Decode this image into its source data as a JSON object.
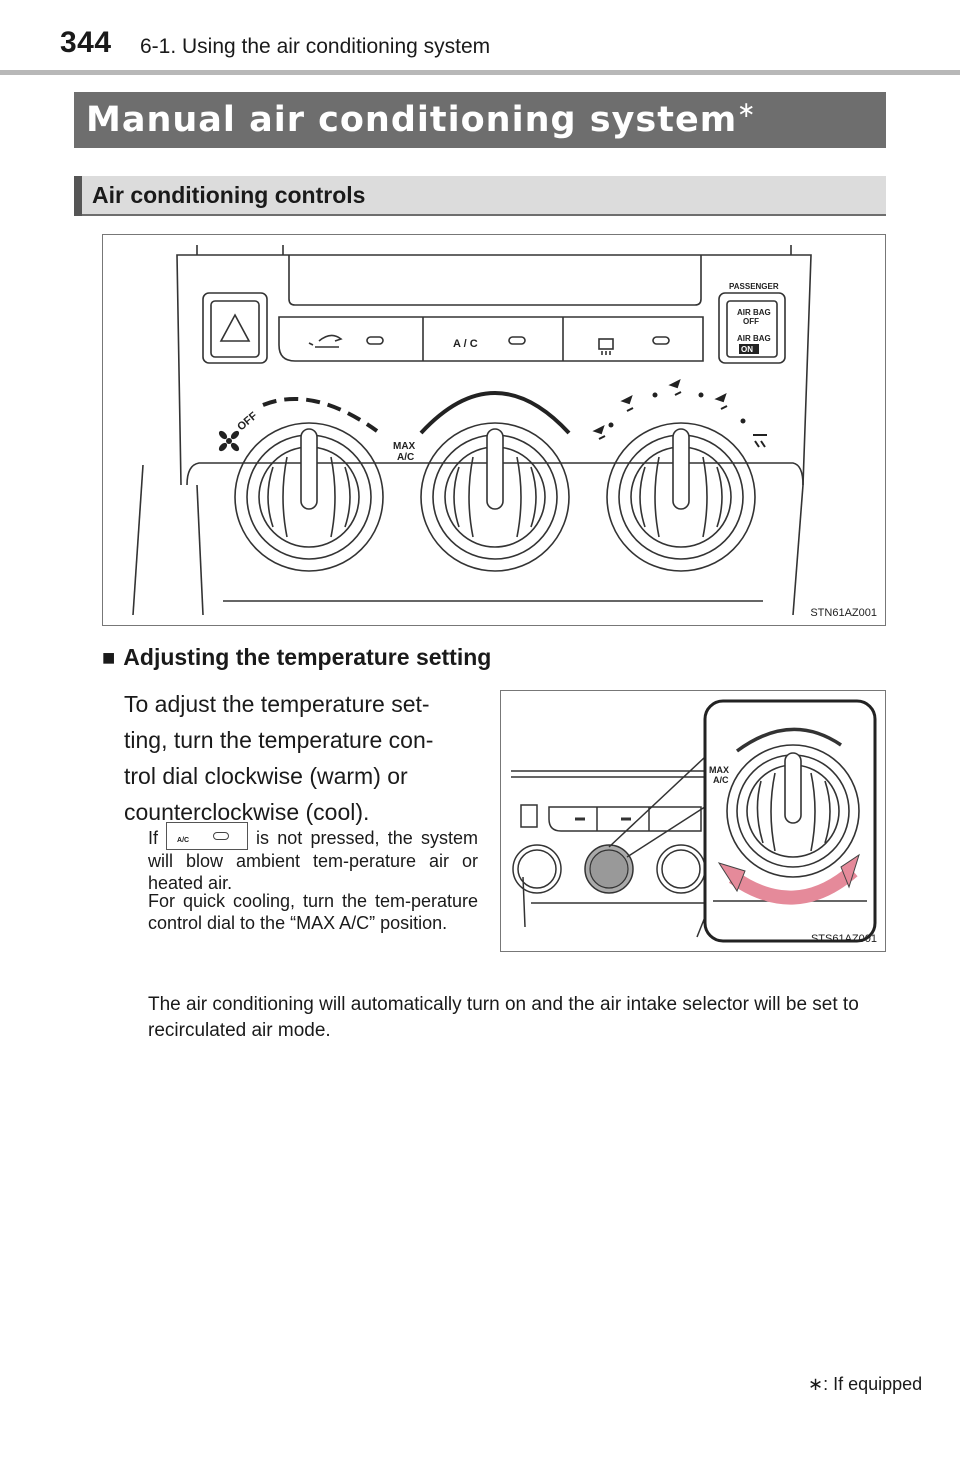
{
  "header": {
    "page_number": "344",
    "chapter": "6-1. Using the air conditioning system"
  },
  "title": {
    "text": "Manual air conditioning system",
    "marker": "∗"
  },
  "section": {
    "heading": "Air conditioning controls"
  },
  "figure1": {
    "code": "STN61AZ001",
    "labels": {
      "passenger": "PASSENGER",
      "airbag_off_1": "AIR BAG",
      "airbag_off_2": "OFF",
      "airbag_on_1": "AIR BAG",
      "airbag_on_2": "ON",
      "ac_button": "A / C",
      "fan_off": "OFF",
      "max": "MAX",
      "ac": "A/C"
    }
  },
  "subsection": {
    "marker": "■",
    "heading": "Adjusting the temperature setting",
    "lines": [
      "To adjust the temperature set-",
      "ting, turn the temperature con-",
      "trol dial clockwise (warm) or",
      "counterclockwise (cool)."
    ],
    "note1_before": "If",
    "note1_button": "A/C",
    "note1_after": "is not pressed, the system will blow ambient tem-perature air or heated air.",
    "note2": "For quick cooling, turn the tem-perature control dial to the “MAX A/C” position.",
    "para2": "The air conditioning will automatically turn on and the air intake selector will be set to recirculated air mode."
  },
  "figure2": {
    "code": "STS61AZ001",
    "labels": {
      "max": "MAX",
      "ac": "A/C"
    }
  },
  "footnote": {
    "marker": "∗",
    "text": ": If equipped"
  }
}
